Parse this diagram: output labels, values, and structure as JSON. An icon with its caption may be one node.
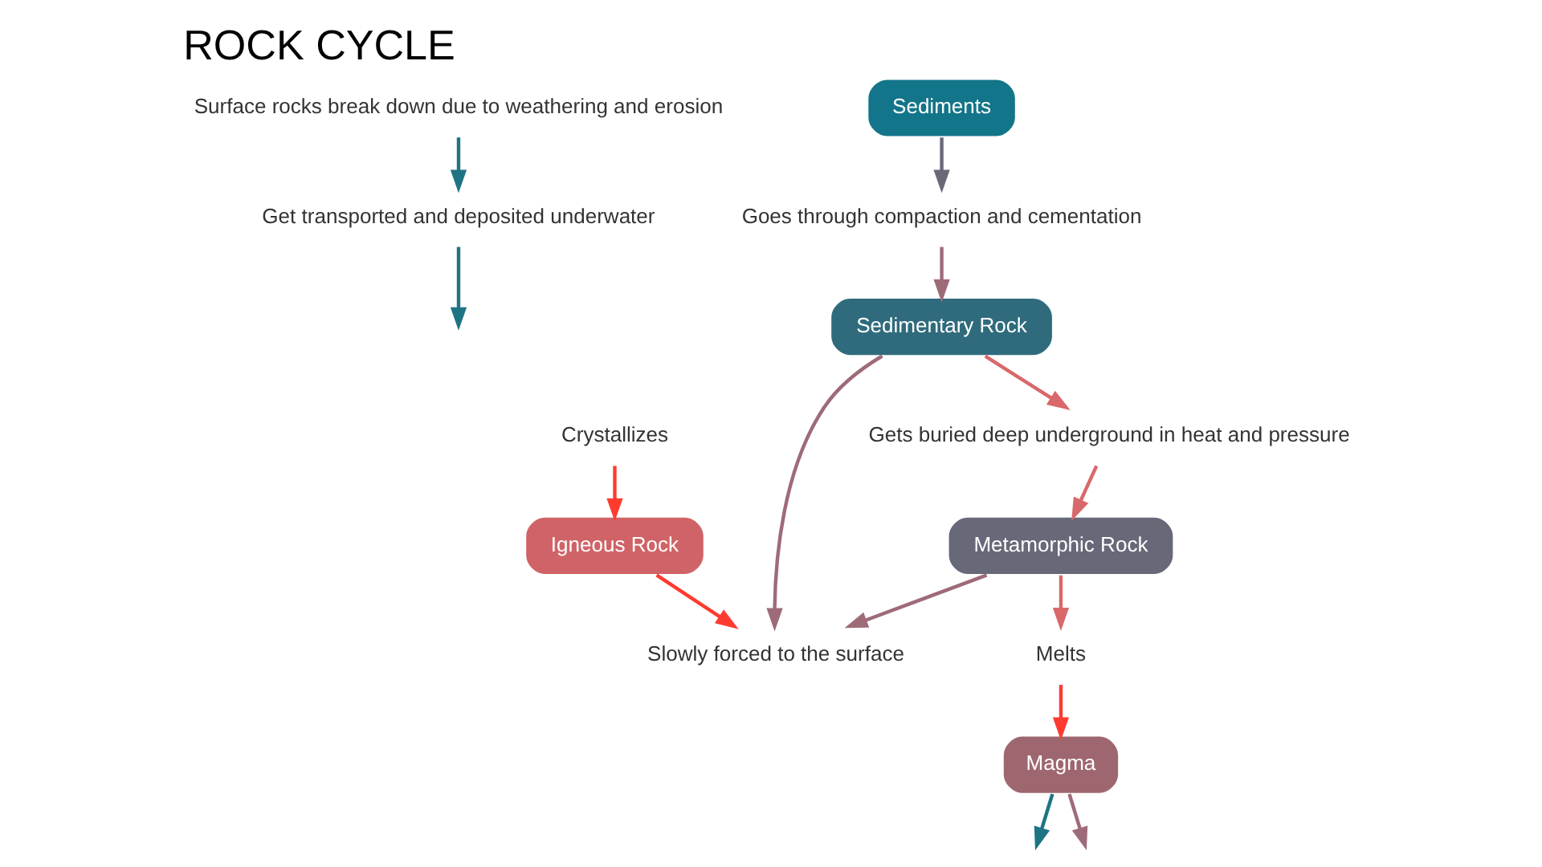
{
  "diagram": {
    "title": "ROCK CYCLE",
    "nodes": [
      {
        "text": [
          "Surface rocks break down due to weathering and erosion"
        ]
      },
      {
        "text": [
          "Get transported and deposited underwater"
        ]
      },
      {
        "text": [
          "Slowly forced to the surface"
        ]
      },
      {
        "text": [
          "Sediments"
        ]
      },
      {
        "text": [
          "Igneous Rock"
        ]
      },
      {
        "text": [
          "Goes through compaction and cementation"
        ]
      },
      {
        "text": [
          "Crystallizes"
        ]
      },
      {
        "text": [
          "Magma"
        ]
      },
      {
        "text": [
          "Sedimentary Rock"
        ]
      },
      {
        "text": [
          "Melts"
        ]
      },
      {
        "text": [
          "Gets buried deep underground in heat and pressure"
        ]
      },
      {
        "text": [
          "Metamorphic Rock"
        ]
      }
    ],
    "edges": [
      {
        "from": 0,
        "to": 1,
        "arrow": "to",
        "color": "#1f7484"
      },
      {
        "from": 1,
        "to": null,
        "arrow": "to",
        "color": "#1f7484"
      },
      {
        "from": 3,
        "to": 5,
        "arrow": "to",
        "color": "#6b6878"
      },
      {
        "from": 5,
        "to": 8,
        "arrow": "to"
      },
      {
        "from": 8,
        "to": 10,
        "arrow": "to",
        "color": "#d9686b"
      },
      {
        "from": 10,
        "to": 11,
        "arrow": "to",
        "color": "#d9686b"
      },
      {
        "from": 11,
        "to": 9,
        "arrow": "to",
        "color": "#d9686b"
      },
      {
        "from": 9,
        "to": 7,
        "arrow": "to",
        "color": "#ff3b30"
      },
      {
        "from": 6,
        "to": 4,
        "arrow": "to",
        "color": "#ff3b30"
      },
      {
        "from": 4,
        "to": 2,
        "arrow": "to",
        "color": "#ff3b30"
      },
      {
        "from": 8,
        "to": 2,
        "arrow": "to"
      },
      {
        "from": 11,
        "to": 2,
        "arrow": "to"
      },
      {
        "from": 7,
        "to": null,
        "arrow": "to",
        "color": "#1f7484"
      },
      {
        "from": 7,
        "to": null,
        "arrow": "to"
      }
    ]
  }
}
